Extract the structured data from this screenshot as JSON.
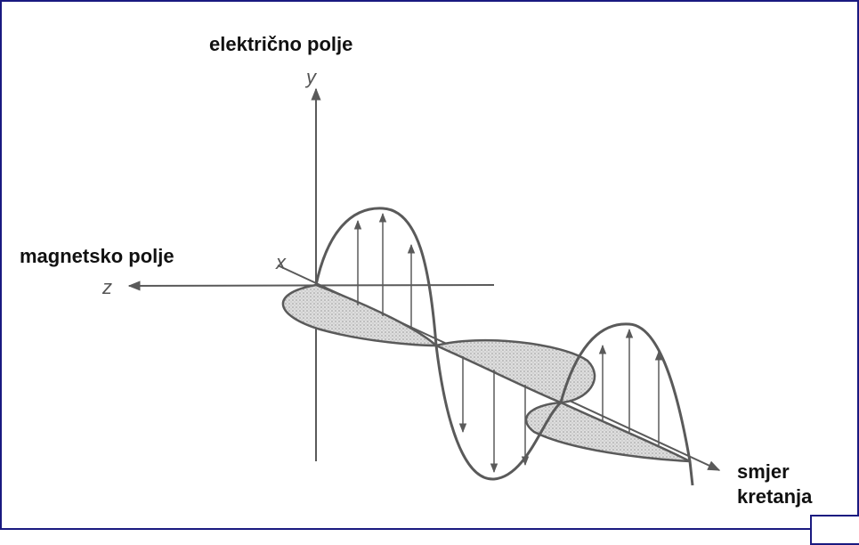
{
  "labels": {
    "electric_field": "električno polje",
    "magnetic_field": "magnetsko polje",
    "direction_line1": "smjer",
    "direction_line2": "kretanja"
  },
  "axes": {
    "y": "y",
    "x": "x",
    "z": "z"
  },
  "colors": {
    "frame": "#1a1a80",
    "curve": "#5a5a5a",
    "fill": "#d4d4d4",
    "text": "#111111",
    "axis_text": "#555555"
  }
}
